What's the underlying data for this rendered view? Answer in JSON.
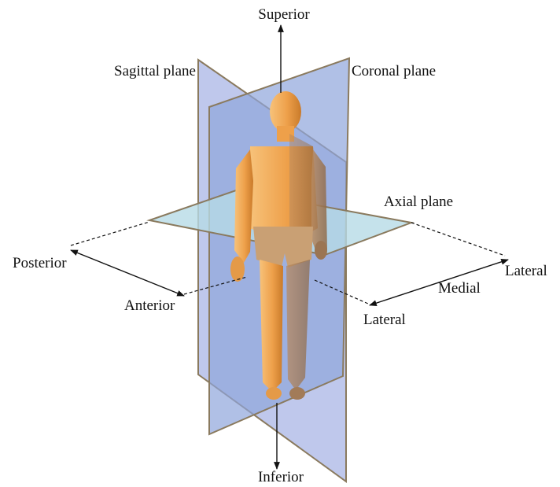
{
  "labels": {
    "superior": "Superior",
    "inferior": "Inferior",
    "sagittal_plane": "Sagittal plane",
    "coronal_plane": "Coronal plane",
    "axial_plane": "Axial plane",
    "posterior": "Posterior",
    "anterior": "Anterior",
    "lateral_right": "Lateral",
    "lateral_bottom": "Lateral",
    "medial": "Medial"
  },
  "colors": {
    "sagittal_fill": "#a9b6e6",
    "coronal_fill": "#8ea5dc",
    "axial_fill": "#b7dbe6",
    "plane_edge": "#8a7a5e",
    "skin_light": "#f4b05a",
    "skin_dark": "#d98a2e",
    "arrow": "#111111"
  }
}
